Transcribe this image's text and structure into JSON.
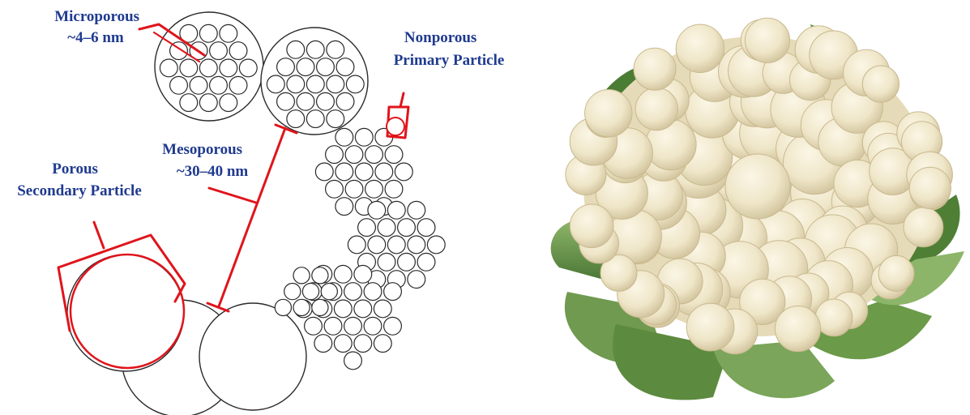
{
  "labels": {
    "microporous": [
      "Microporous",
      "~4–6 nm"
    ],
    "nonporous": [
      "Nonporous",
      "Primary Particle"
    ],
    "mesoporous": [
      "Mesoporous",
      "~30–40 nm"
    ],
    "porous_secondary": [
      "Porous",
      "Secondary Particle"
    ]
  },
  "colors": {
    "label_text": "#1f3a8f",
    "annotation": "#e0141b",
    "outline": "#2a2a2a"
  },
  "photo": {
    "subject": "cauliflower-head"
  }
}
